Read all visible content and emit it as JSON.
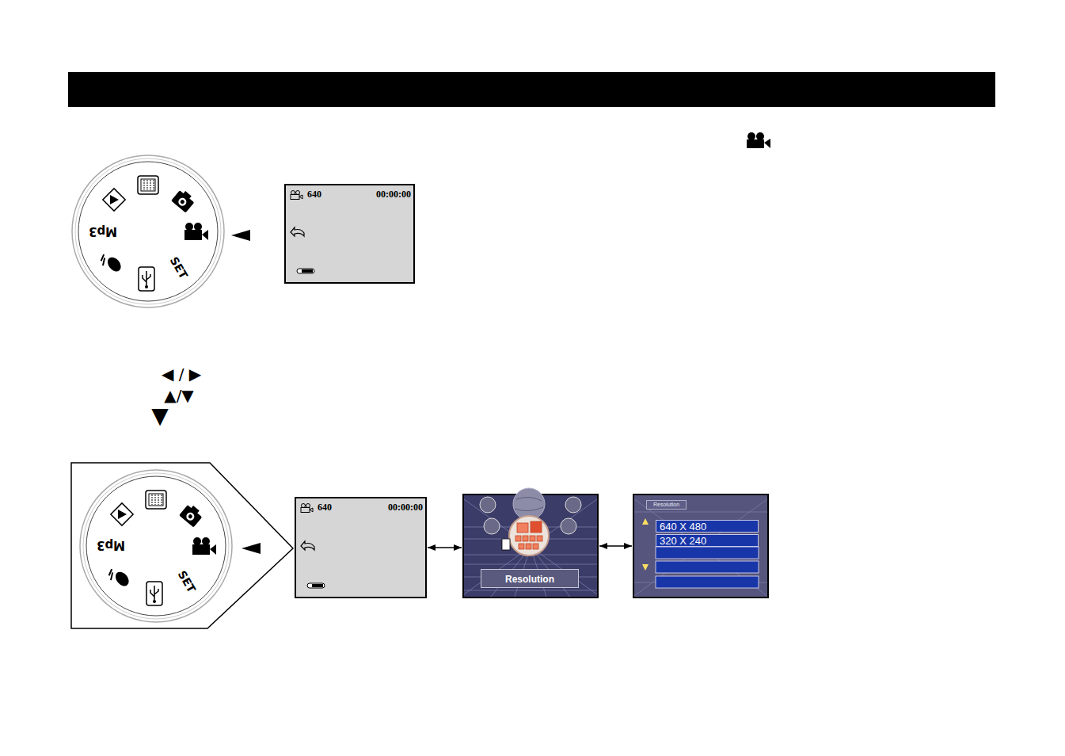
{
  "diagram": {
    "nodes": [
      {
        "text": [
          "640",
          "00:00:00"
        ]
      },
      {
        "text": [
          "640",
          "00:00:00"
        ]
      },
      {
        "text": [
          "Resolution"
        ]
      },
      {
        "text": [
          "Resolution"
        ]
      },
      {
        "text": [
          "640 X 480"
        ],
        "in": 3
      },
      {
        "text": [
          "320 X 240"
        ],
        "in": 3
      }
    ],
    "edges": [
      {
        "from": 1,
        "to": 2,
        "arrow": "both"
      },
      {
        "from": 2,
        "to": 3,
        "arrow": "both"
      }
    ],
    "labels": [
      "Mp3",
      "SET",
      "Mp3",
      "SET",
      "◀ / ▶",
      "▲/▼",
      "▼"
    ]
  }
}
